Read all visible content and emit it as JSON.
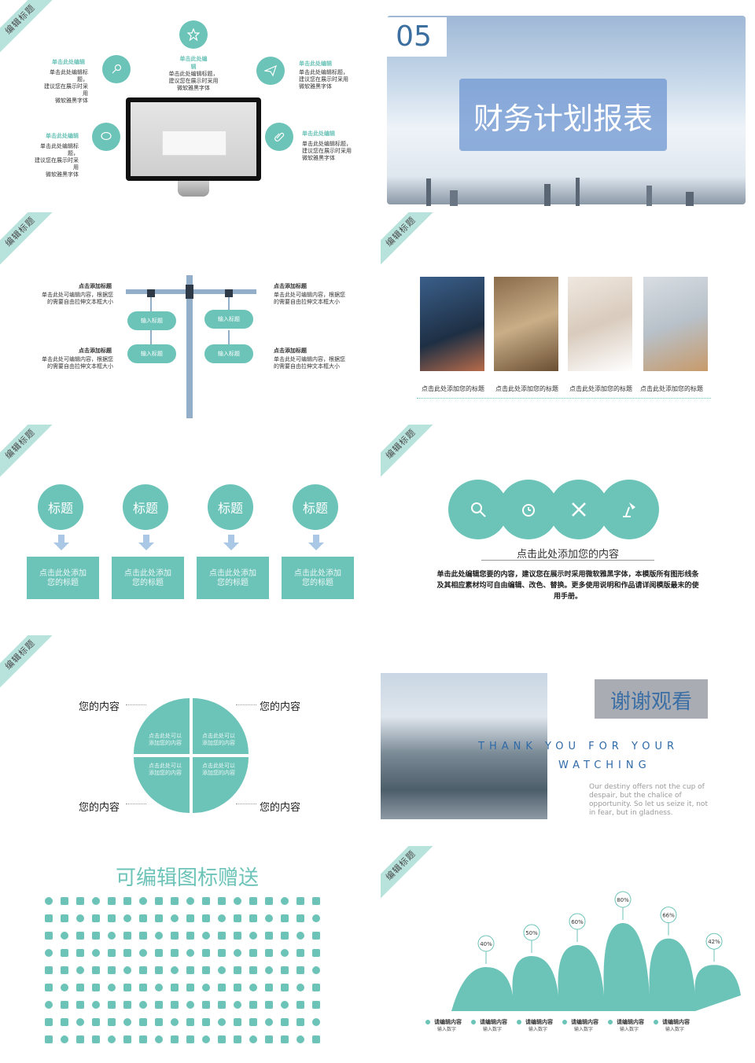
{
  "ribbon_label": "编辑标题",
  "slide1": {
    "items": [
      {
        "title": "单击此处编辑",
        "body": [
          "单击此处编辑标题，",
          "建议您在展示时采用",
          "微软雅黑字体"
        ]
      },
      {
        "title": "单击此处编",
        "title2": "辑",
        "body": [
          "单击此处编辑标题，",
          "建议您在展示时采用",
          "微软雅黑字体"
        ]
      },
      {
        "title": "单击此处编辑",
        "body": [
          "单击此处编辑标题，",
          "建议您在展示时采用",
          "微软雅黑字体"
        ]
      },
      {
        "title": "单击此处编辑",
        "body": [
          "单击此处编辑标题，",
          "建议您在展示时采用",
          "微软雅黑字体"
        ]
      },
      {
        "title": "单击此处编辑",
        "body": [
          "单击此处编辑标题，",
          "建议您在展示时采用",
          "微软雅黑字体"
        ]
      }
    ]
  },
  "slide2": {
    "number": "05",
    "title": "财务计划报表"
  },
  "slide3": {
    "heading": "点击添加标题",
    "body": [
      "单击此处可编辑内容，根据您",
      "的需要自由拉伸文本框大小"
    ],
    "pill": "输入标题"
  },
  "slide4": {
    "caption": "点击此处添加您的标题"
  },
  "slide5": {
    "circle": "标题",
    "box_line1": "点击此处添加",
    "box_line2": "您的标题"
  },
  "slide6": {
    "subtitle": "点击此处添加您的内容",
    "body": [
      "单击此处编辑您要的内容，建议您在展示时采用微软雅黑字体，本模版所有图形线条",
      "及其相应素材均可自由编辑、改色、替换。更多使用说明和作品请详阅模版最末的使",
      "用手册。"
    ]
  },
  "slide7": {
    "label": "您的内容",
    "quad_line1": "点击此处可以",
    "quad_line2": "添加您的内容"
  },
  "slide8": {
    "title": "谢谢观看",
    "en1": "THANK YOU FOR YOUR",
    "en2": "WATCHING",
    "quote": [
      "Our destiny offers not the cup of",
      "despair, but the chalice of",
      "opportunity. So let us seize it, not",
      "in fear, but in gladness."
    ]
  },
  "slide9": {
    "title": "可编辑图标赠送"
  },
  "slide10": {
    "chart_data": {
      "type": "area",
      "values": [
        40,
        50,
        60,
        80,
        66,
        42
      ],
      "labels": [
        "40%",
        "50%",
        "60%",
        "80%",
        "66%",
        "42%"
      ]
    },
    "legend_title": "请编辑内容",
    "legend_sub": "输入数字"
  }
}
